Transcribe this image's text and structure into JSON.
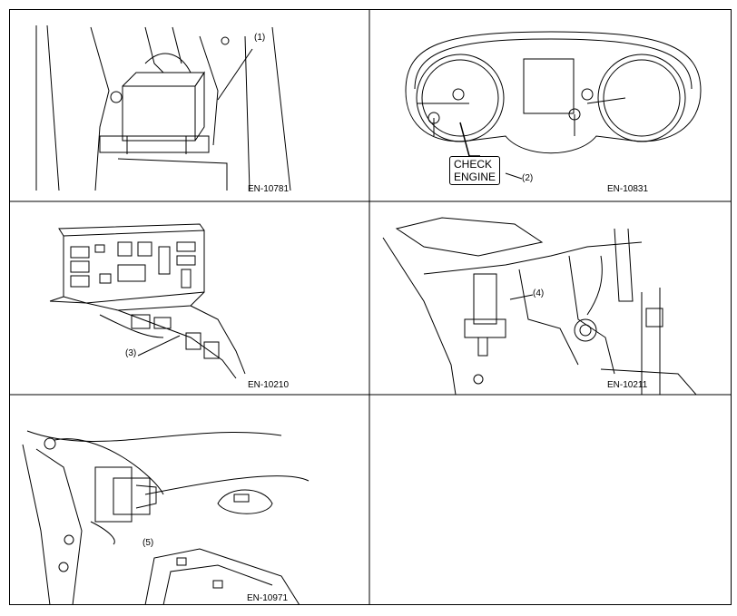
{
  "figures": [
    {
      "code": "EN-10781",
      "callout": "(1)"
    },
    {
      "code": "EN-10831",
      "callout": "(2)",
      "warning_label_line1": "CHECK",
      "warning_label_line2": "ENGINE"
    },
    {
      "code": "EN-10210",
      "callout": "(3)"
    },
    {
      "code": "EN-10211",
      "callout": "(4)"
    },
    {
      "code": "EN-10971",
      "callout": "(5)"
    }
  ]
}
